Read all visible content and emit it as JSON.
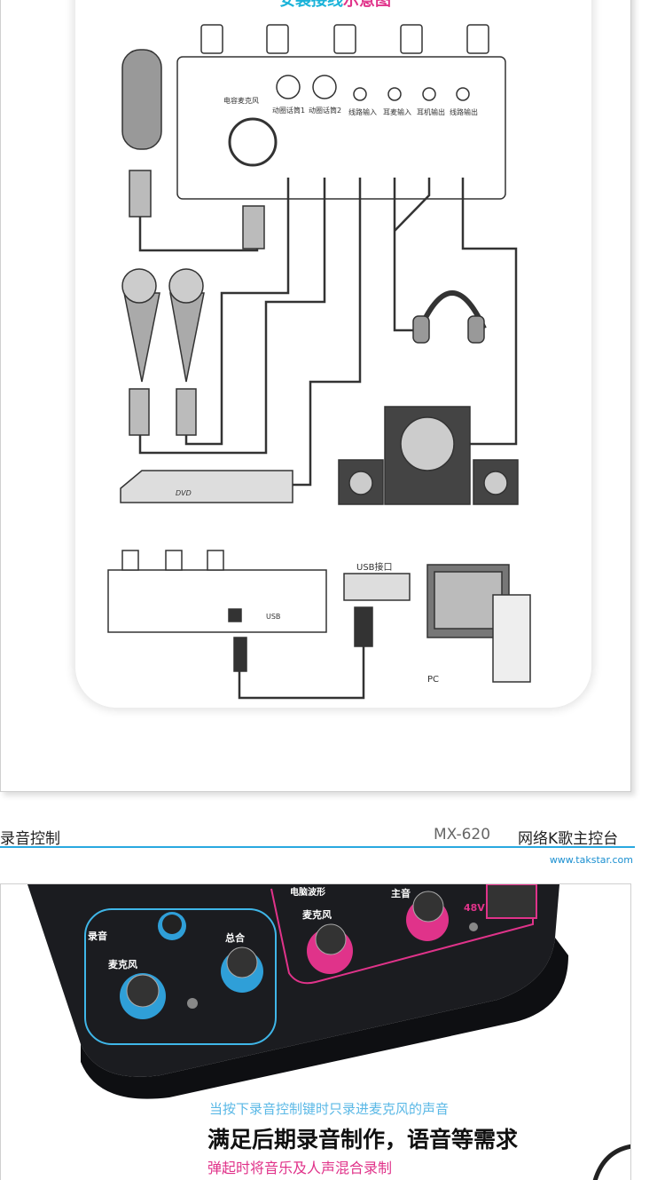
{
  "diagram": {
    "title_prefix": "安装接线",
    "title_suffix": "示意图",
    "ports": [
      "电容麦克风",
      "动圈话筒1",
      "动圈话筒2",
      "线路输入",
      "耳麦输入",
      "耳机输出",
      "线路输出"
    ],
    "dvd_label": "DVD",
    "usb_port_label": "USB",
    "usb_interface_label": "USB接口",
    "pc_label": "PC"
  },
  "section": {
    "left_title": "录音控制",
    "model": "MX-620",
    "product": "网络K歌主控台",
    "url": "www.takstar.com",
    "rule_color": "#29a8e0"
  },
  "panel": {
    "record": "录音",
    "mic": "麦克风",
    "master_mix": "总合",
    "pc_wave": "电脑波形",
    "mic2": "麦克风",
    "main": "主音",
    "phantom": "48V"
  },
  "captions": {
    "line1": "当按下录音控制键时只录进麦克风的声音",
    "headline": "满足后期录音制作，语音等需求",
    "line3": "弹起时将音乐及人声混合录制"
  }
}
